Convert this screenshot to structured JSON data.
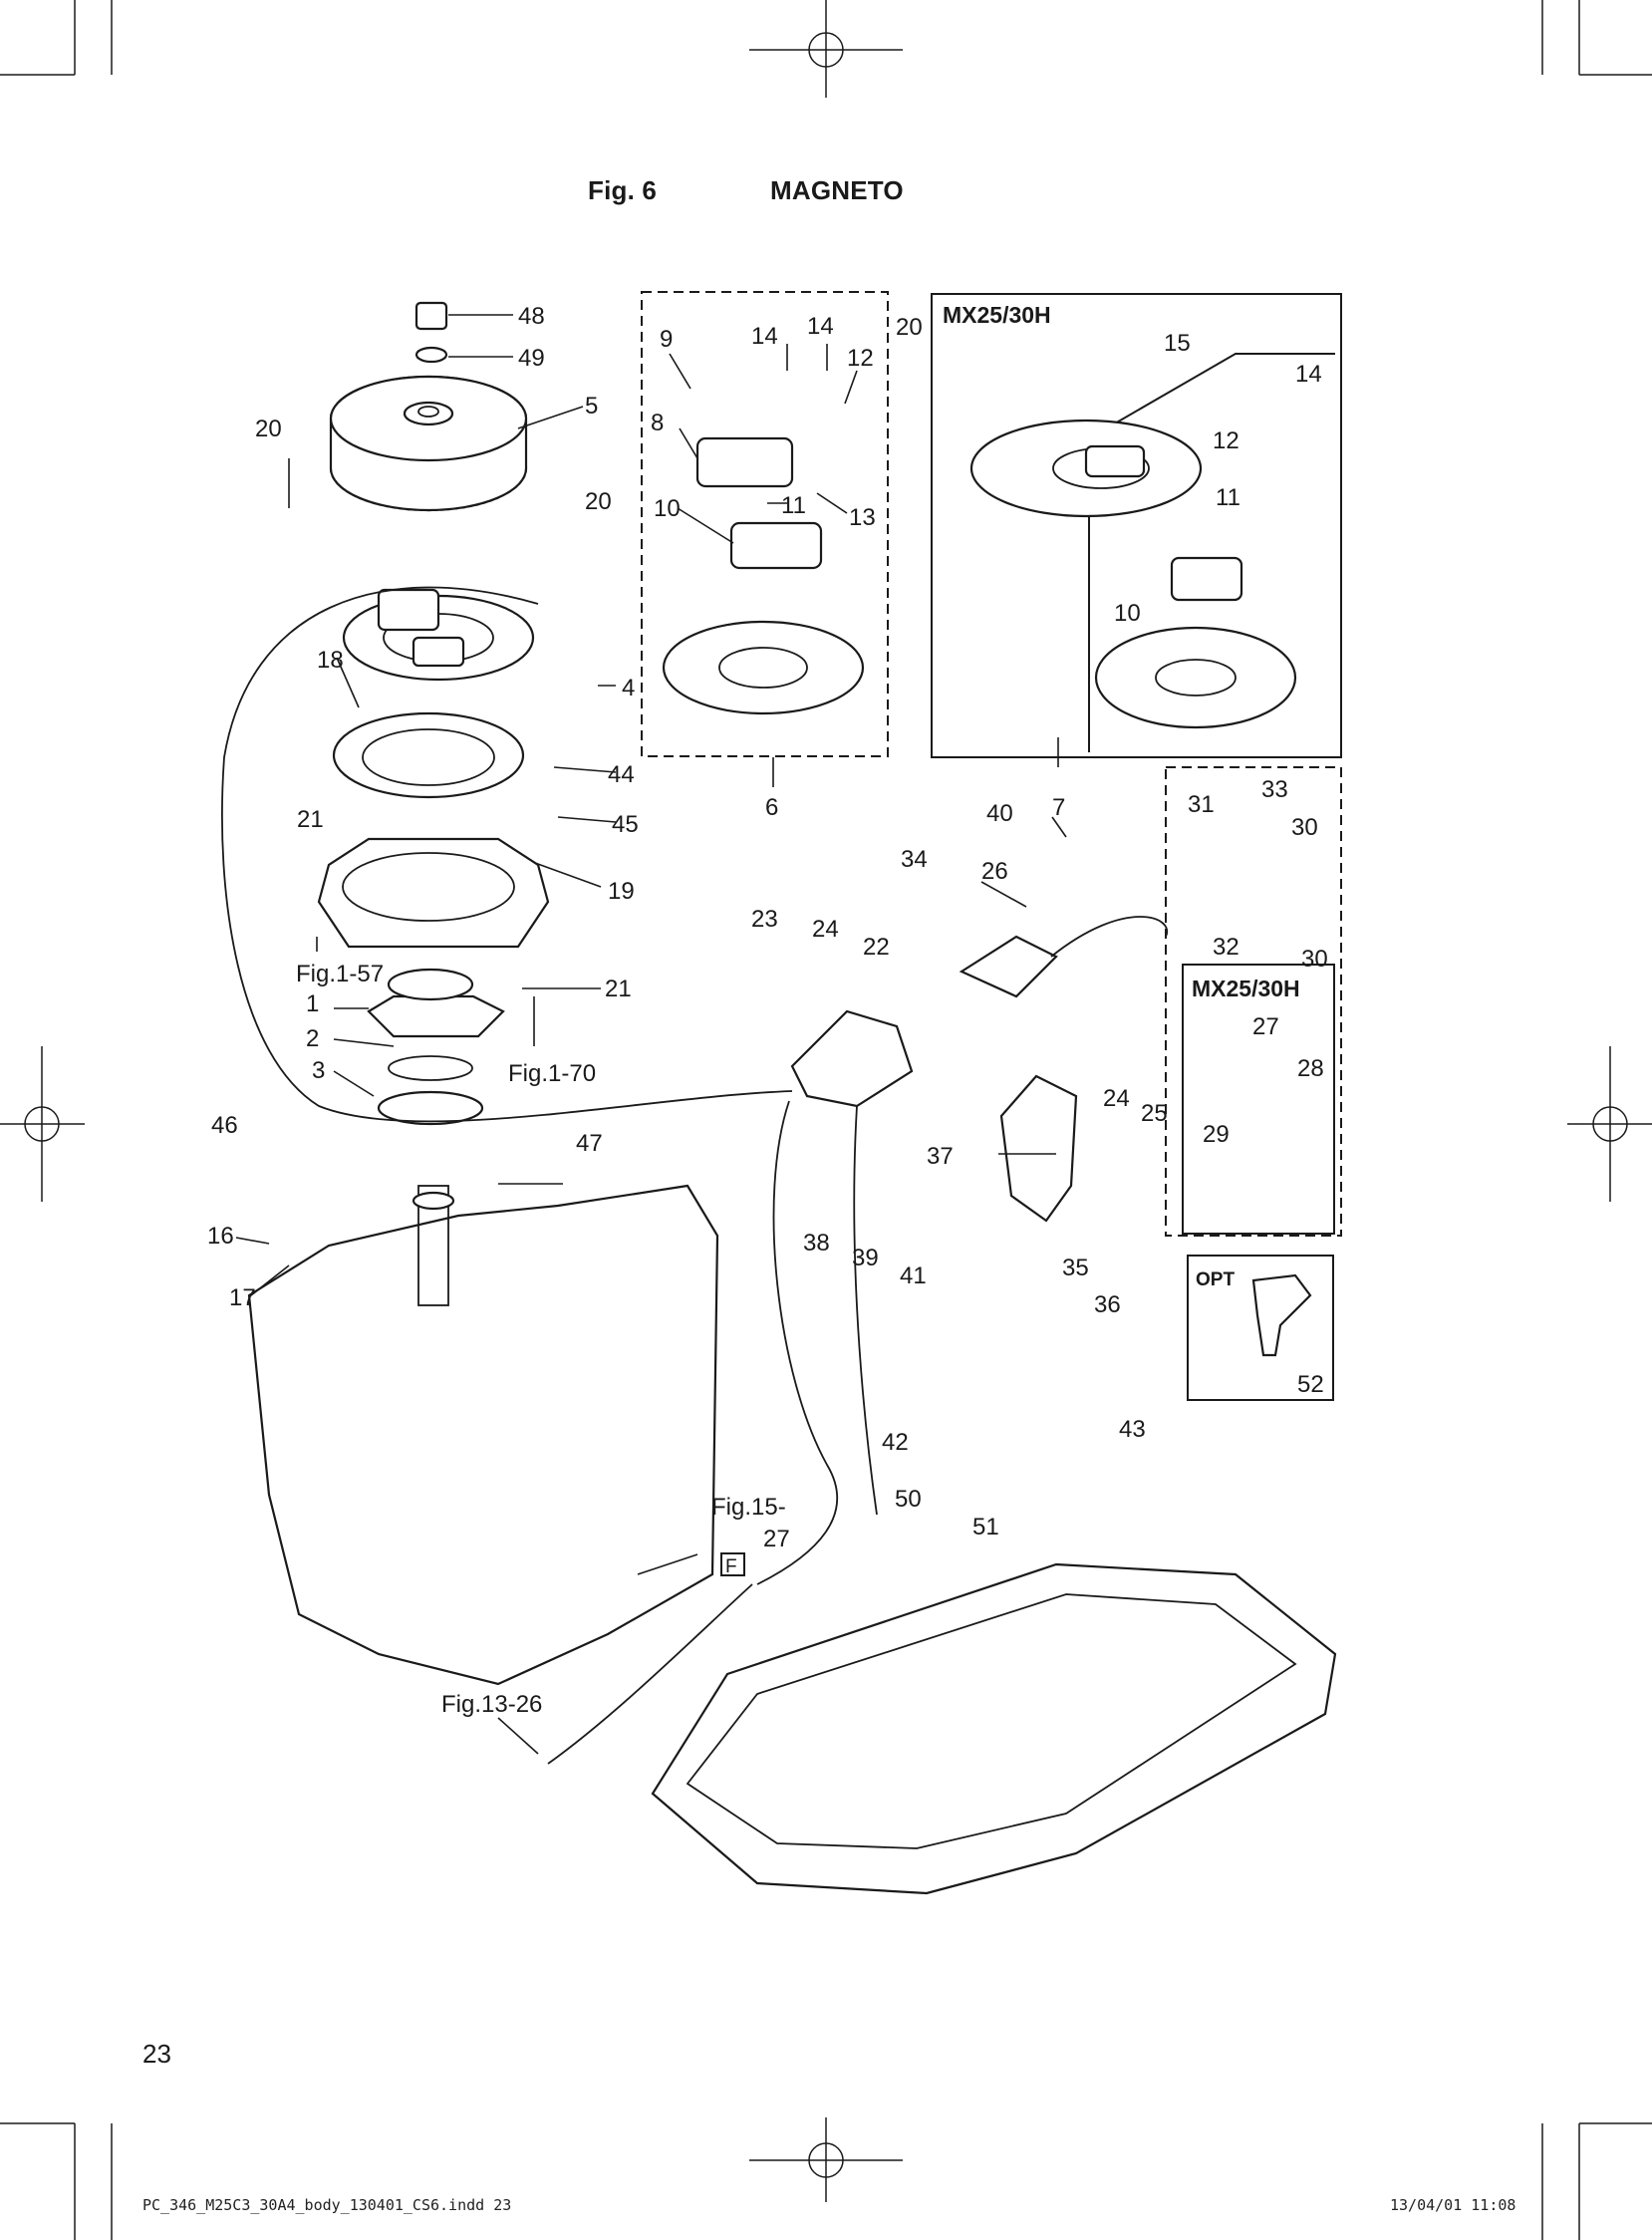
{
  "header": {
    "fig": "Fig. 6",
    "title": "MAGNETO"
  },
  "page_number": "23",
  "footer": {
    "file": "PC_346_M25C3_30A4_body_130401_CS6.indd   23",
    "stamp": "13/04/01   11:08"
  },
  "boxes": {
    "mx_top": "MX25/30H",
    "mx_side": "MX25/30H",
    "opt": "OPT",
    "f_mark": "F"
  },
  "callouts": [
    "48",
    "49",
    "5",
    "20",
    "20",
    "9",
    "14",
    "14",
    "12",
    "20",
    "15",
    "14",
    "8",
    "11",
    "13",
    "10",
    "12",
    "11",
    "10",
    "18",
    "4",
    "44",
    "45",
    "6",
    "7",
    "40",
    "31",
    "33",
    "30",
    "34",
    "26",
    "32",
    "30",
    "21",
    "19",
    "23",
    "24",
    "22",
    "1",
    "21",
    "2",
    "3",
    "27",
    "28",
    "46",
    "47",
    "24",
    "25",
    "29",
    "37",
    "16",
    "17",
    "38",
    "39",
    "41",
    "35",
    "36",
    "52",
    "42",
    "43",
    "50",
    "51",
    "27"
  ],
  "fig_refs": {
    "fig1_57": "Fig.1-57",
    "fig1_70": "Fig.1-70",
    "fig15": "Fig.15-",
    "fig13_26": "Fig.13-26"
  }
}
